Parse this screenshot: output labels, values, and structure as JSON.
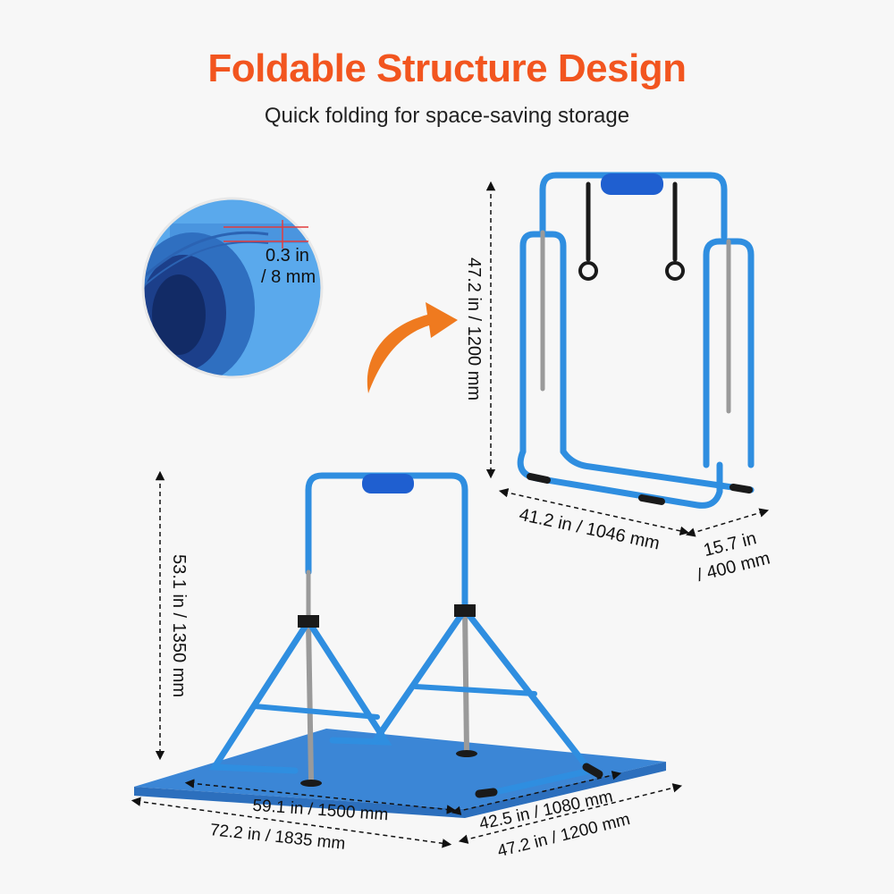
{
  "header": {
    "title": "Foldable Structure Design",
    "subtitle": "Quick folding for space-saving storage"
  },
  "colors": {
    "title": "#f2551f",
    "frame_blue": "#2f8ee0",
    "mat_blue": "#3b86d6",
    "arrow": "#ef7a1f",
    "background": "#f7f7f7"
  },
  "mat_callout": {
    "thickness_in": "0.3 in",
    "thickness_mm": "/ 8 mm"
  },
  "folded": {
    "height": "47.2 in / 1200 mm",
    "width": "41.2 in / 1046 mm",
    "depth_in": "15.7 in",
    "depth_mm": "/ 400 mm"
  },
  "unfolded": {
    "height": "53.1 in / 1350 mm",
    "frame_width": "59.1 in / 1500 mm",
    "mat_width": "72.2 in / 1835 mm",
    "frame_depth": "42.5 in / 1080 mm",
    "mat_depth": "47.2 in / 1200 mm"
  }
}
